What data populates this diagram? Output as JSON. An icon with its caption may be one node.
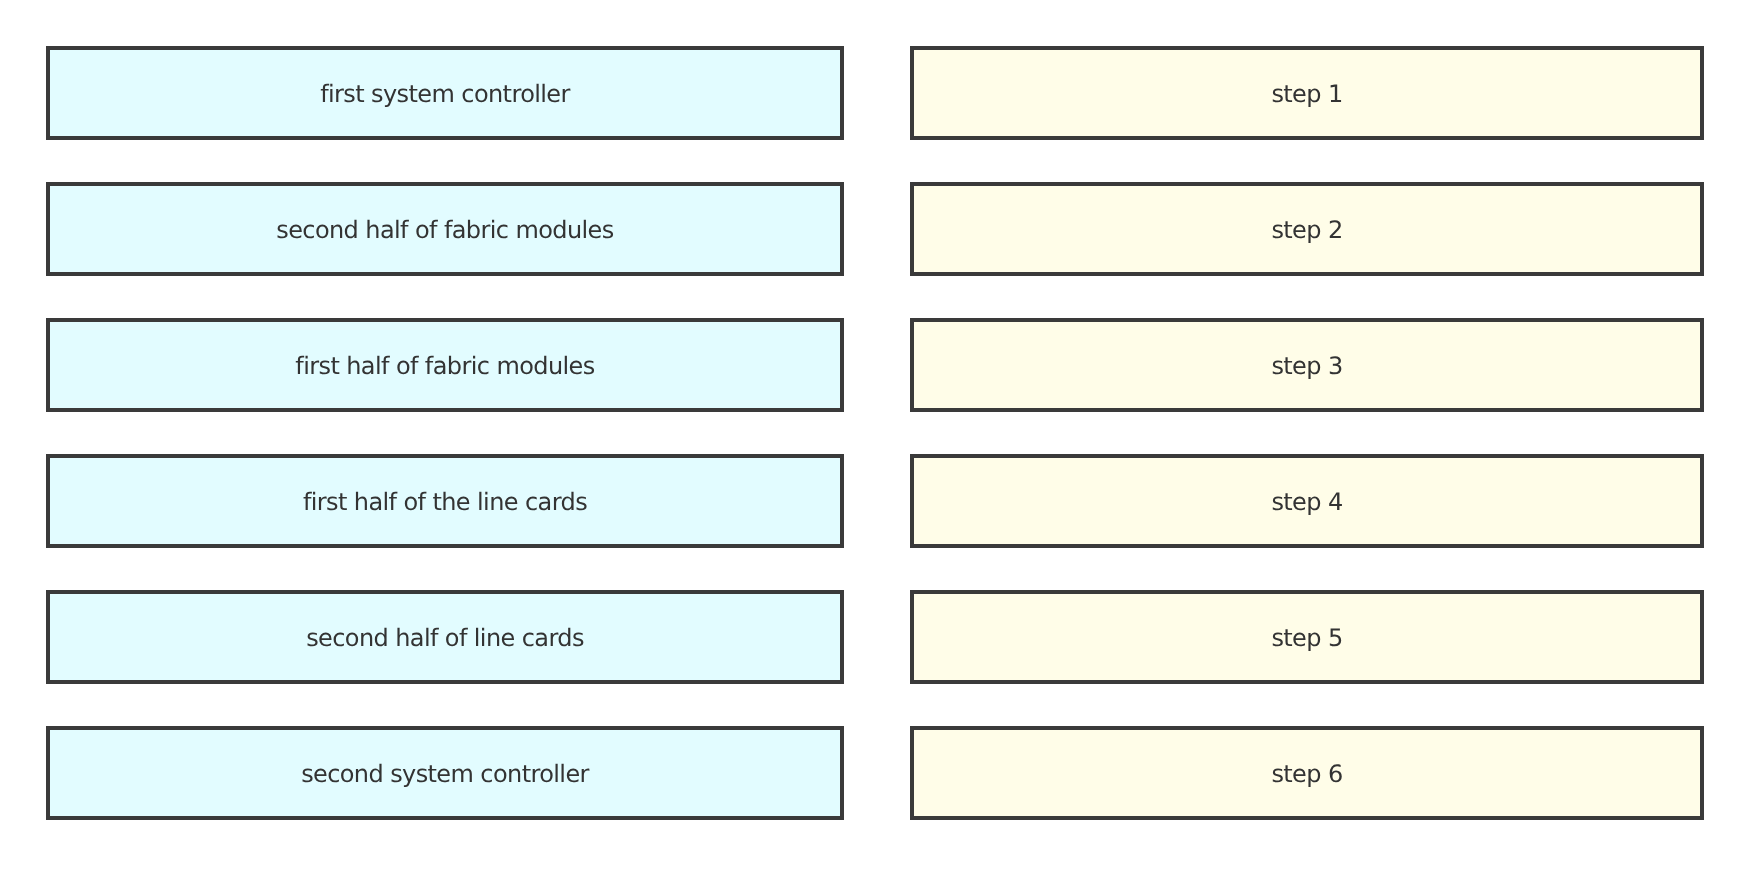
{
  "diagram": {
    "nodes": [
      {
        "text": [
          "first system controller"
        ]
      },
      {
        "text": [
          "step 1"
        ]
      },
      {
        "text": [
          "second half of fabric modules"
        ]
      },
      {
        "text": [
          "step 2"
        ]
      },
      {
        "text": [
          "first half of fabric modules"
        ]
      },
      {
        "text": [
          "step 3"
        ]
      },
      {
        "text": [
          "first half of the line cards"
        ]
      },
      {
        "text": [
          "step 4"
        ]
      },
      {
        "text": [
          "second half of line cards"
        ]
      },
      {
        "text": [
          "step 5"
        ]
      },
      {
        "text": [
          "second system controller"
        ]
      },
      {
        "text": [
          "step 6"
        ]
      }
    ]
  }
}
